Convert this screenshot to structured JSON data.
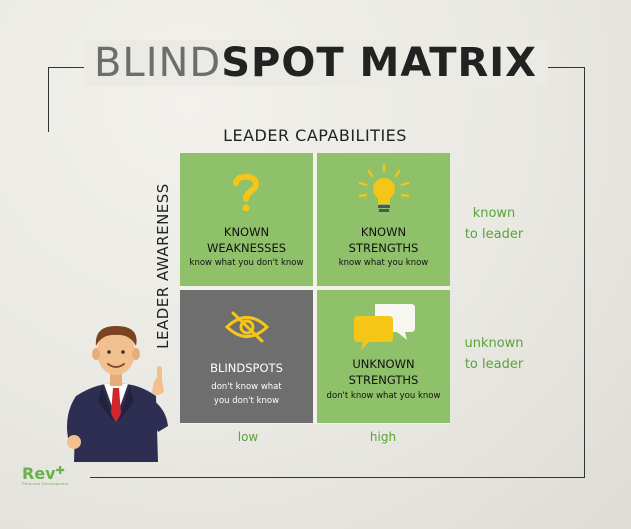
{
  "title": {
    "part1": "BLIND",
    "part2": "SPOT MATRIX"
  },
  "top_label": "LEADER CAPABILITIES",
  "left_label": "LEADER AWARENESS",
  "quadrants": [
    {
      "heading1": "KNOWN",
      "heading2": "WEAKNESSES",
      "subtitle1": "know what you don't know",
      "subtitle2": "",
      "icon": "question-mark-icon",
      "color": "#8fc06a"
    },
    {
      "heading1": "KNOWN",
      "heading2": "STRENGTHS",
      "subtitle1": "know what you know",
      "subtitle2": "",
      "icon": "light-bulb-icon",
      "color": "#8fc06a"
    },
    {
      "heading1": "BLINDSPOTS",
      "heading2": "",
      "subtitle1": "don't know what",
      "subtitle2": "you don't know",
      "icon": "eye-slash-icon",
      "color": "#6e6e6e"
    },
    {
      "heading1": "UNKNOWN",
      "heading2": "STRENGTHS",
      "subtitle1": "don't know what you know",
      "subtitle2": "",
      "icon": "speech-bubbles-icon",
      "color": "#8fc06a"
    }
  ],
  "row_labels": [
    {
      "line1": "known",
      "line2": "to leader"
    },
    {
      "line1": "unknown",
      "line2": "to leader"
    }
  ],
  "col_labels": [
    "low",
    "high"
  ],
  "logo": {
    "name": "Rev",
    "tagline": "Personal Development"
  },
  "colors": {
    "accent_green": "#5aa33a",
    "icon_yellow": "#f5c518",
    "frame": "#333333"
  }
}
